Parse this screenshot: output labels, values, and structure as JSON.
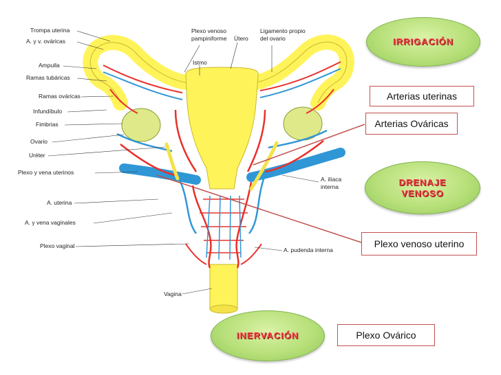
{
  "anatomy_labels": {
    "trompa_uterina": "Trompa uterina",
    "a_v_ovaricas": "A. y v. ováricas",
    "ampulla": "Ampulla",
    "ramas_tubaricas": "Ramas tubáricas",
    "ramas_ovaricas": "Ramas ováricas",
    "infundibulo": "Infundíbulo",
    "fimbrias": "Fimbrias",
    "ovario": "Ovario",
    "ureter": "Uréter",
    "plexo_vena_uterinos": "Plexo y vena uterinos",
    "a_uterina": "A. uterina",
    "a_vena_vaginales": "A. y vena vaginales",
    "plexo_vaginal": "Plexo vaginal",
    "vagina": "Vagina",
    "plexo_venoso_pampiniforme_1": "Plexo venoso",
    "plexo_venoso_pampiniforme_2": "pampiniforme",
    "utero": "Útero",
    "ligamento_1": "Ligamento propio",
    "ligamento_2": "del ovario",
    "istmo": "Istmo",
    "a_iliaca_1": "A. ilíaca",
    "a_iliaca_2": "interna",
    "a_pudenda": "A. pudenda interna"
  },
  "sections": {
    "irrigacion": "IRRIGACIÓN",
    "drenaje_1": "DRENAJE",
    "drenaje_2": "VENOSO",
    "inervacion": "INERVACIÓN"
  },
  "boxes": {
    "arterias_uterinas": "Arterias uterinas",
    "arterias_ovaricas": "Arterias Ováricas",
    "plexo_venoso_uterino": "Plexo venoso uterino",
    "plexo_ovarico": "Plexo Ovárico"
  },
  "colors": {
    "uterus": "#fff35a",
    "artery": "#e8302a",
    "vein": "#2f97d6",
    "pill_fill": "#b8e07a",
    "pill_text": "#e6413a",
    "box_border": "#c0504d",
    "connector": "#c0504d"
  }
}
